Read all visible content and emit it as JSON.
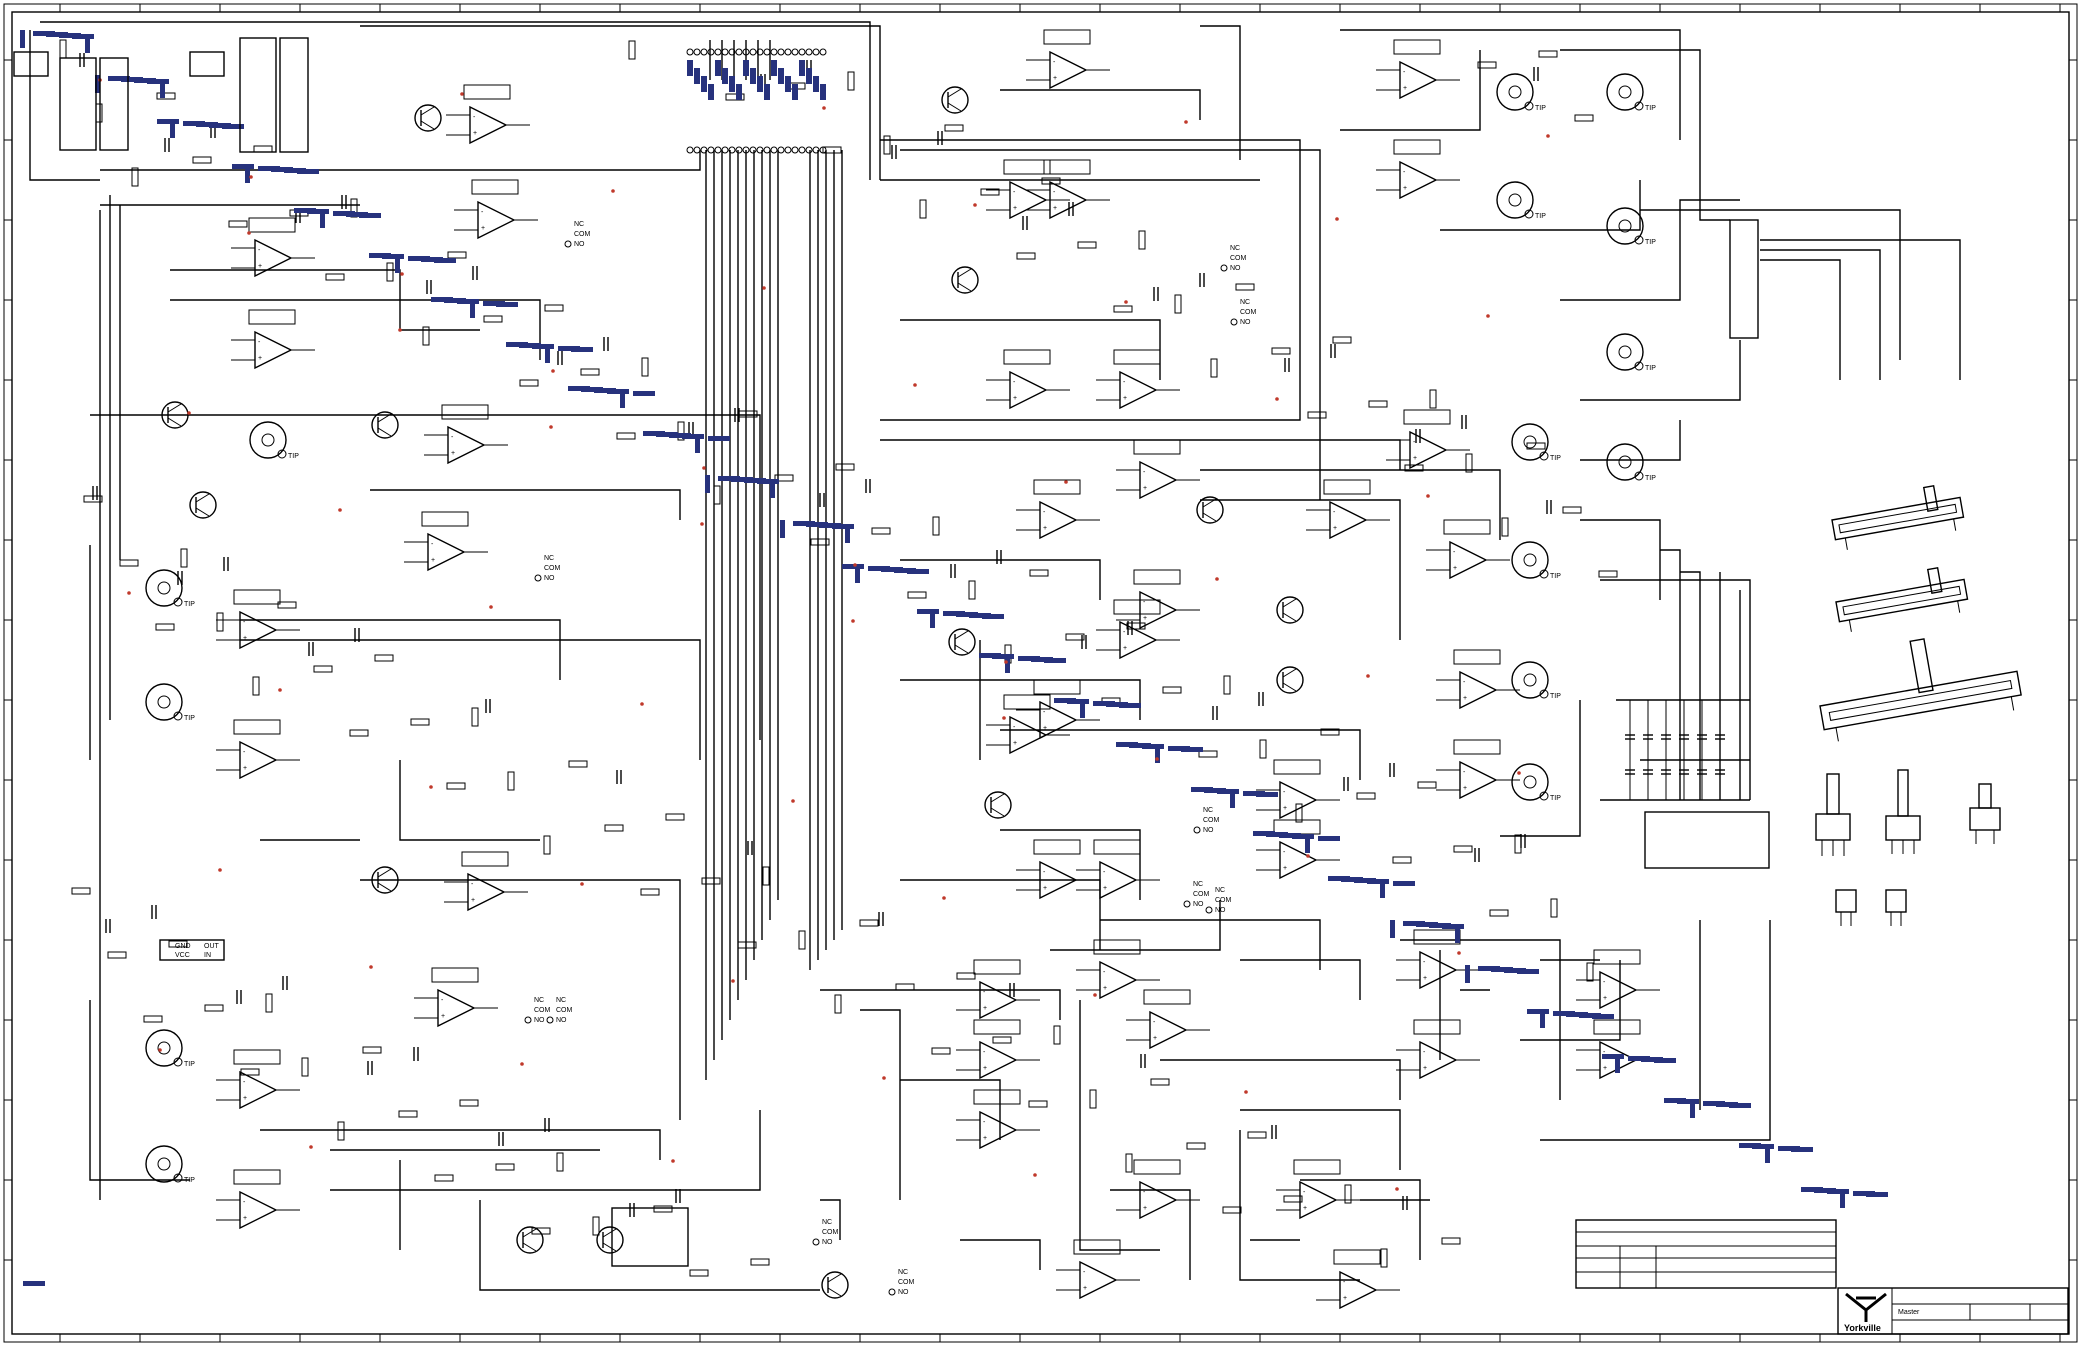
{
  "title_block": {
    "brand": "Yorkville",
    "sheet_title": "Master"
  },
  "component_labels": {
    "tip": "TIP",
    "nc": "NC",
    "no": "NO",
    "com": "COM",
    "gnd": "GND",
    "vcc": "VCC",
    "out": "OUT",
    "in": "IN"
  },
  "colors": {
    "line": "#000000",
    "net_label_fill": "#27327d",
    "net_label_text": "#ffffff",
    "junction": "#c0392b",
    "background": "#ffffff"
  }
}
